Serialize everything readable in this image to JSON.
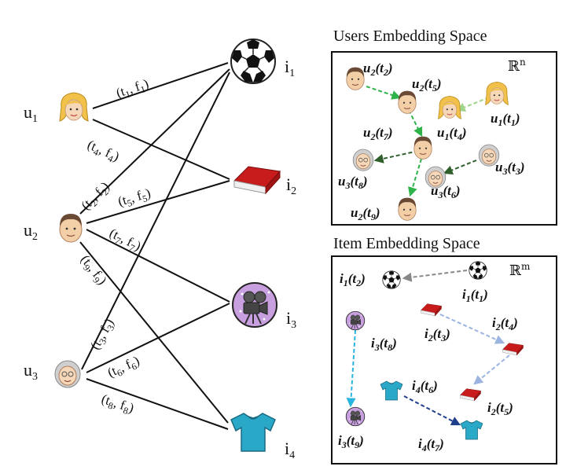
{
  "graph": {
    "users": [
      {
        "id": "u1",
        "label": "u",
        "sub": "1"
      },
      {
        "id": "u2",
        "label": "u",
        "sub": "2"
      },
      {
        "id": "u3",
        "label": "u",
        "sub": "3"
      }
    ],
    "items": [
      {
        "id": "i1",
        "label": "i",
        "sub": "1",
        "icon": "soccer-ball-icon"
      },
      {
        "id": "i2",
        "label": "i",
        "sub": "2",
        "icon": "book-icon"
      },
      {
        "id": "i3",
        "label": "i",
        "sub": "3",
        "icon": "movie-camera-icon"
      },
      {
        "id": "i4",
        "label": "i",
        "sub": "4",
        "icon": "tshirt-icon"
      }
    ],
    "edges": [
      {
        "from": "u1",
        "to": "i1",
        "t": "1",
        "f": "1"
      },
      {
        "from": "u1",
        "to": "i2",
        "t": "4",
        "f": "4"
      },
      {
        "from": "u2",
        "to": "i1",
        "t": "2",
        "f": "2"
      },
      {
        "from": "u2",
        "to": "i2",
        "t": "5",
        "f": "5"
      },
      {
        "from": "u2",
        "to": "i3",
        "t": "7",
        "f": "7"
      },
      {
        "from": "u2",
        "to": "i4",
        "t": "9",
        "f": "9"
      },
      {
        "from": "u3",
        "to": "i1",
        "t": "3",
        "f": "3"
      },
      {
        "from": "u3",
        "to": "i3",
        "t": "6",
        "f": "6"
      },
      {
        "from": "u3",
        "to": "i4",
        "t": "8",
        "f": "8"
      }
    ]
  },
  "users_space": {
    "title": "Users Embedding Space",
    "space_label": "ℝ",
    "space_sup": "n",
    "nodes": [
      {
        "u": "2",
        "t": "2"
      },
      {
        "u": "2",
        "t": "5"
      },
      {
        "u": "1",
        "t": "1"
      },
      {
        "u": "1",
        "t": "4"
      },
      {
        "u": "2",
        "t": "7"
      },
      {
        "u": "3",
        "t": "3"
      },
      {
        "u": "3",
        "t": "8"
      },
      {
        "u": "3",
        "t": "6"
      },
      {
        "u": "2",
        "t": "9"
      }
    ]
  },
  "items_space": {
    "title": "Item Embedding Space",
    "space_label": "ℝ",
    "space_sup": "m",
    "nodes": [
      {
        "u": "1",
        "t": "2"
      },
      {
        "u": "1",
        "t": "1"
      },
      {
        "u": "3",
        "t": "8"
      },
      {
        "u": "2",
        "t": "3"
      },
      {
        "u": "2",
        "t": "4"
      },
      {
        "u": "4",
        "t": "6"
      },
      {
        "u": "2",
        "t": "5"
      },
      {
        "u": "3",
        "t": "9"
      },
      {
        "u": "4",
        "t": "7"
      }
    ],
    "prefix": "i"
  },
  "colors": {
    "user_arrow_green": "#2db34a",
    "user_arrow_light": "#9fd48a",
    "user_arrow_dark": "#2e5e2a",
    "item_arrow_gray": "#888888",
    "item_arrow_lightblue": "#9bb4e0",
    "item_arrow_blue": "#4a78c8",
    "item_arrow_cyan": "#2ab4e0",
    "item_arrow_navy": "#1f3f8a",
    "book_red": "#e02020",
    "shirt_cyan": "#2aa8c8"
  }
}
